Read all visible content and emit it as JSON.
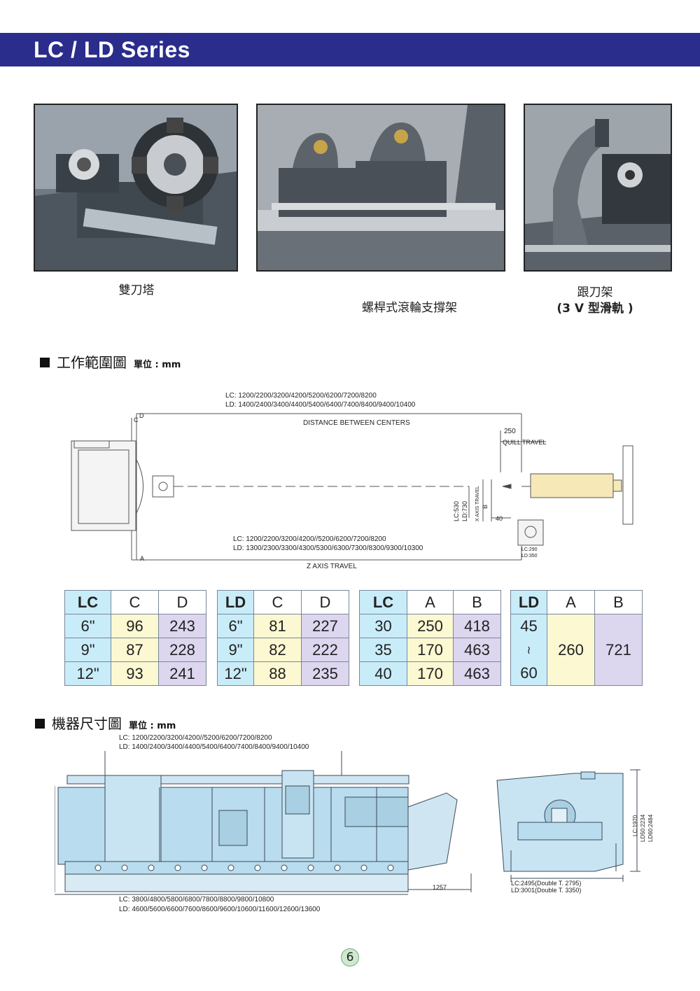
{
  "header": {
    "title": "LC / LD Series"
  },
  "photos": {
    "p1": {
      "caption": "雙刀塔"
    },
    "p2": {
      "caption": "螺桿式滾輪支撐架"
    },
    "p3": {
      "caption_line1": "跟刀架",
      "caption_line2": "(3 V 型滑軌 )"
    }
  },
  "section1": {
    "title": "工作範圍圖",
    "unit": "單位 : mm",
    "diagram": {
      "top_lc": "LC: 1200/2200/3200/4200/5200/6200/7200/8200",
      "top_ld": "LD: 1400/2400/3400/4400/5400/6400/7400/8400/9400/10400",
      "dist_centers": "DISTANCE BETWEEN CENTERS",
      "quill_value": "250",
      "quill_travel": "QUILL TRAVEL",
      "label_c": "C",
      "label_d": "D",
      "label_a": "A",
      "label_b": "B",
      "x_lc": "LC:530",
      "x_ld": "LD:730",
      "x_axis_travel": "X AXIS TRAVEL",
      "val_40": "40",
      "bot_lc": "LC: 1200/2200/3200/4200//5200/6200/7200/8200",
      "bot_ld": "LD: 1300/2300/3300/4300/5300/6300/7300/8300/9300/10300",
      "z_axis_travel": "Z AXIS TRAVEL",
      "box_lc": "LC:290",
      "box_ld": "LD:350"
    }
  },
  "tables": [
    {
      "headers": [
        "LC",
        "C",
        "D"
      ],
      "rows": [
        [
          "6\"",
          "96",
          "243"
        ],
        [
          "9\"",
          "87",
          "228"
        ],
        [
          "12\"",
          "93",
          "241"
        ]
      ]
    },
    {
      "headers": [
        "LD",
        "C",
        "D"
      ],
      "rows": [
        [
          "6\"",
          "81",
          "227"
        ],
        [
          "9\"",
          "82",
          "222"
        ],
        [
          "12\"",
          "88",
          "235"
        ]
      ]
    },
    {
      "headers": [
        "LC",
        "A",
        "B"
      ],
      "rows": [
        [
          "30",
          "250",
          "418"
        ],
        [
          "35",
          "170",
          "463"
        ],
        [
          "40",
          "170",
          "463"
        ]
      ]
    },
    {
      "headers": [
        "LD",
        "A",
        "B"
      ],
      "rows_first_col": [
        "45",
        "≀",
        "60"
      ],
      "a_value": "260",
      "b_value": "721"
    }
  ],
  "section2": {
    "title": "機器尺寸圖",
    "unit": "單位 : mm",
    "top_lc": "LC: 1200/2200/3200/4200//5200/6200/7200/8200",
    "top_ld": "LD: 1400/2400/3400/4400/5400/6400/7400/8400/9400/10400",
    "chip_len": "1257",
    "bot_lc": "LC: 3800/4800/5800/6800/7800/8800/9800/10800",
    "bot_ld": "LD: 4600/5600/6600/7600/8600/9600/10600/11600/12600/13600",
    "side_lc": "LC:2495(Double T. 2795)",
    "side_ld": "LD:3001(Double T. 3350)",
    "h_lc": "LC:1970",
    "h_ld50": "LD50:2234",
    "h_ld60": "LD60:2484"
  },
  "footer": {
    "page": "6"
  }
}
